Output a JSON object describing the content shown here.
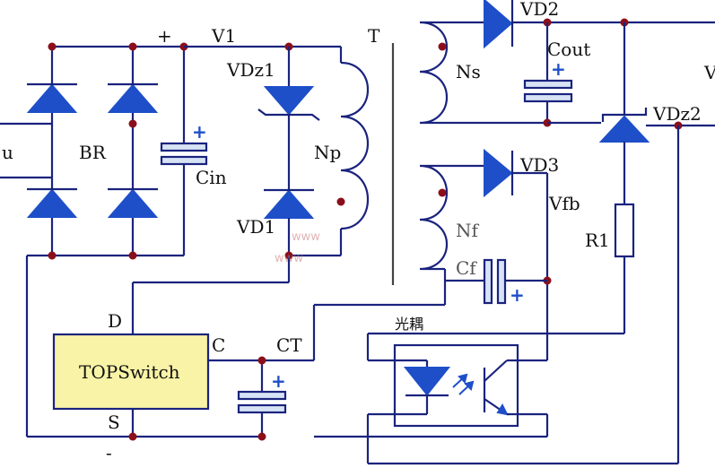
{
  "labels": {
    "plus_top": "+",
    "v1": "V1",
    "t": "T",
    "vd2": "VD2",
    "cout": "Cout",
    "v_right": "V",
    "vdz1": "VDz1",
    "ns": "Ns",
    "vdz2": "VDz2",
    "u": "u",
    "br": "BR",
    "np": "Np",
    "cin": "Cin",
    "vd3": "VD3",
    "vfb": "Vfb",
    "vd1": "VD1",
    "nf": "Nf",
    "r1": "R1",
    "cf": "Cf",
    "optocoupler": "光耦",
    "d": "D",
    "c": "C",
    "ct": "CT",
    "topswitch": "TOPSwitch",
    "s": "S",
    "minus": "-"
  },
  "colors": {
    "wire": "#1a237e",
    "diode": "#1e4fc9",
    "node": "#8b0f1a",
    "chip_fill": "#f8f3a6"
  }
}
